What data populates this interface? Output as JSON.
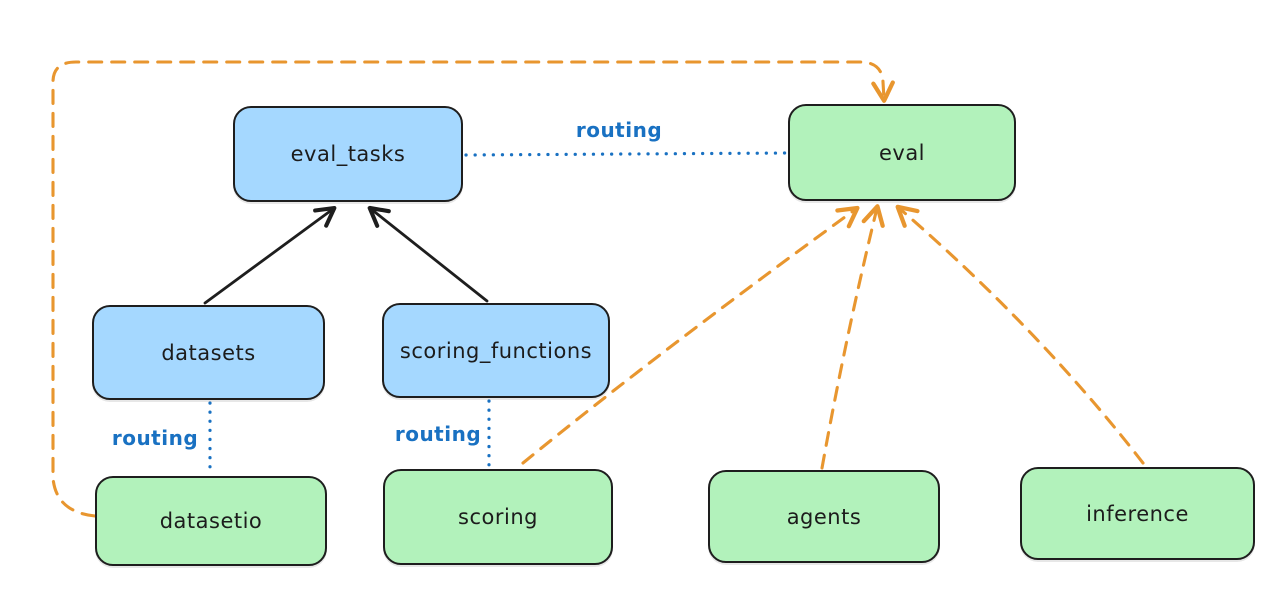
{
  "diagram": {
    "description": "Excalidraw-style routing diagram linking API registry boxes to provider boxes",
    "routing_label": "routing",
    "colors": {
      "api_node_fill": "#a5d8ff",
      "provider_node_fill": "#b2f2bb",
      "node_border": "#1e1e1e",
      "routing_blue": "#1971c2",
      "provider_arrow_orange": "#e8962f",
      "dependency_arrow_black": "#1e1e1e",
      "background": "#ffffff"
    },
    "nodes": [
      {
        "id": "eval_tasks",
        "label": "eval_tasks",
        "type": "api"
      },
      {
        "id": "eval",
        "label": "eval",
        "type": "provider"
      },
      {
        "id": "datasets",
        "label": "datasets",
        "type": "api"
      },
      {
        "id": "scoring_functions",
        "label": "scoring_functions",
        "type": "api"
      },
      {
        "id": "datasetio",
        "label": "datasetio",
        "type": "provider"
      },
      {
        "id": "scoring",
        "label": "scoring",
        "type": "provider"
      },
      {
        "id": "agents",
        "label": "agents",
        "type": "provider"
      },
      {
        "id": "inference",
        "label": "inference",
        "type": "provider"
      }
    ],
    "edges": [
      {
        "from": "datasets",
        "to": "eval_tasks",
        "style": "solid-black-arrow",
        "label": ""
      },
      {
        "from": "scoring_functions",
        "to": "eval_tasks",
        "style": "solid-black-arrow",
        "label": ""
      },
      {
        "from": "eval_tasks",
        "to": "eval",
        "style": "dotted-blue",
        "label": "routing"
      },
      {
        "from": "datasets",
        "to": "datasetio",
        "style": "dotted-blue",
        "label": "routing"
      },
      {
        "from": "scoring_functions",
        "to": "scoring",
        "style": "dotted-blue",
        "label": "routing"
      },
      {
        "from": "datasetio",
        "to": "eval",
        "style": "dashed-orange-arrow",
        "label": ""
      },
      {
        "from": "scoring",
        "to": "eval",
        "style": "dashed-orange-arrow",
        "label": ""
      },
      {
        "from": "agents",
        "to": "eval",
        "style": "dashed-orange-arrow",
        "label": ""
      },
      {
        "from": "inference",
        "to": "eval",
        "style": "dashed-orange-arrow",
        "label": ""
      }
    ]
  }
}
